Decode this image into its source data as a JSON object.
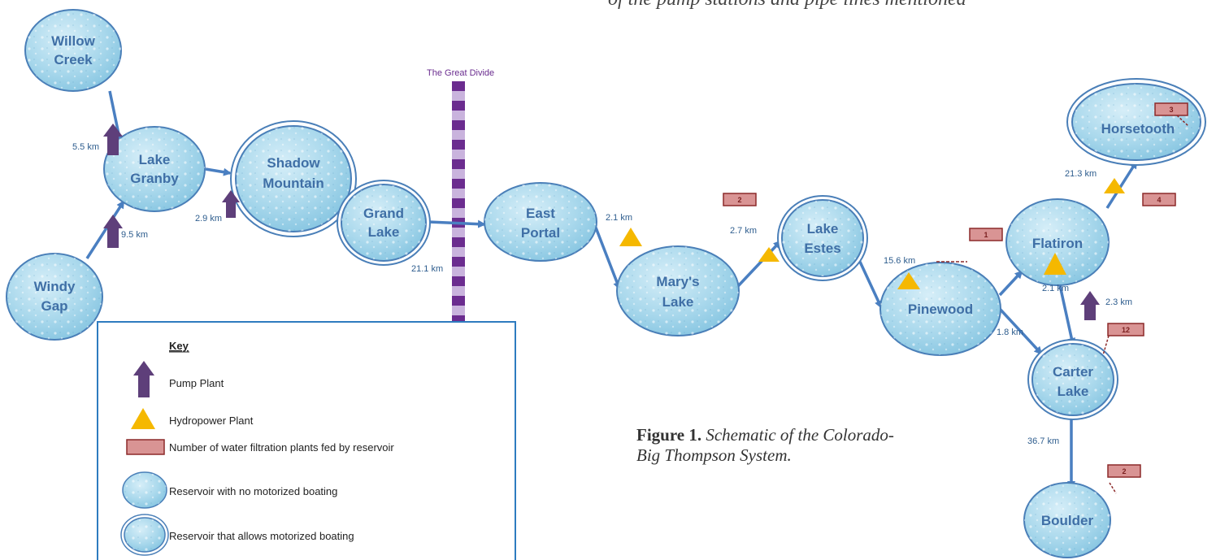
{
  "top_text": "of the pump stations and pipe lines mentioned",
  "divide_label": "The Great Divide",
  "reservoirs": {
    "willow_creek": [
      "Willow",
      "Creek"
    ],
    "lake_granby": [
      "Lake",
      "Granby"
    ],
    "shadow_mountain": [
      "Shadow",
      "Mountain"
    ],
    "grand_lake": [
      "Grand",
      "Lake"
    ],
    "windy_gap": [
      "Windy",
      "Gap"
    ],
    "east_portal": [
      "East",
      "Portal"
    ],
    "marys_lake": [
      "Mary's",
      "Lake"
    ],
    "lake_estes": [
      "Lake",
      "Estes"
    ],
    "pinewood": [
      "Pinewood"
    ],
    "flatiron": [
      "Flatiron"
    ],
    "horsetooth": [
      "Horsetooth"
    ],
    "carter_lake": [
      "Carter",
      "Lake"
    ],
    "boulder": [
      "Boulder"
    ]
  },
  "distances": {
    "willow_granby": "5.5 km",
    "windy_granby": "9.5 km",
    "granby_shadow": "2.9 km",
    "grand_portal": "21.1 km",
    "portal_marys": "2.1 km",
    "marys_estes": "2.7 km",
    "estes_pinewood": "15.6 km",
    "flatiron_horsetooth": "21.3 km",
    "flatiron_carter": "2.1 km",
    "pump_carter": "2.3 km",
    "pinewood_carter": "1.8 km",
    "carter_boulder": "36.7 km"
  },
  "flags": {
    "marys": "2",
    "pinewood": "1",
    "horsetooth": "3",
    "flatiron": "4",
    "carter": "12",
    "boulder": "2"
  },
  "key": {
    "title": "Key",
    "pump": "Pump Plant",
    "hydro": "Hydropower Plant",
    "filtration": "Number of water filtration plants fed by reservoir",
    "no_motor": "Reservoir with no motorized boating",
    "motor": "Reservoir that allows motorized boating"
  },
  "caption": {
    "label": "Figure 1.",
    "text": "Schematic of the Colorado-Big Thompson System."
  },
  "colors": {
    "reservoir_fill": "#a9d8ec",
    "reservoir_stroke": "#4a7fb8",
    "arrow": "#4a7fc1",
    "pump": "#5e3f7a",
    "hydro": "#f5b800",
    "flag_fill": "#d99494",
    "flag_stroke": "#8c2a2a",
    "divide_dark": "#6b2c8f",
    "divide_light": "#c9b3dd"
  }
}
